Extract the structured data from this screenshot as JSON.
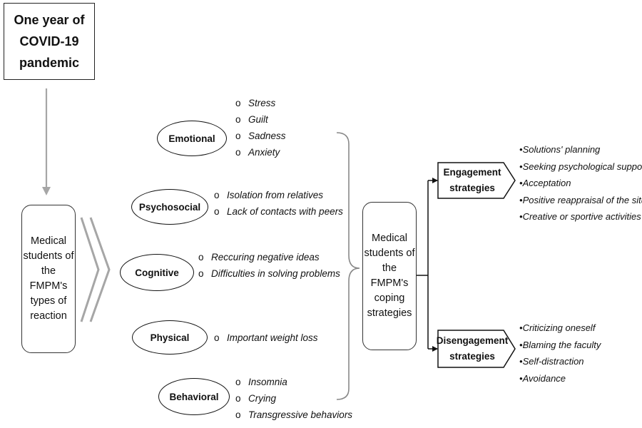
{
  "title_box": {
    "label": "One year of COVID-19 pandemic"
  },
  "reaction_box": {
    "label": "Medical students of the FMPM's types of reaction"
  },
  "reactions": [
    {
      "name": "Emotional",
      "items": [
        "Stress",
        "Guilt",
        "Sadness",
        "Anxiety"
      ]
    },
    {
      "name": "Psychosocial",
      "items": [
        "Isolation from relatives",
        "Lack of contacts with peers"
      ]
    },
    {
      "name": "Cognitive",
      "items": [
        "Reccuring negative ideas",
        "Difficulties in solving problems"
      ]
    },
    {
      "name": "Physical",
      "items": [
        "Important weight loss"
      ]
    },
    {
      "name": "Behavioral",
      "items": [
        "Insomnia",
        "Crying",
        "Transgressive behaviors"
      ]
    }
  ],
  "coping_box": {
    "label": "Medical students of the FMPM's coping strategies"
  },
  "engagement": {
    "label": "Engagement strategies",
    "items": [
      "Solutions' planning",
      "Seeking psychological support",
      "Acceptation",
      "Positive reappraisal of the situation",
      "Creative or sportive activities"
    ]
  },
  "disengagement": {
    "label": "Disengagement strategies",
    "items": [
      "Criticizing oneself",
      "Blaming the faculty",
      "Self-distraction",
      "Avoidance"
    ]
  },
  "colors": {
    "arrow_gray": "#a6a6a6",
    "line_dark": "#111111",
    "bracket_gray": "#888888"
  }
}
